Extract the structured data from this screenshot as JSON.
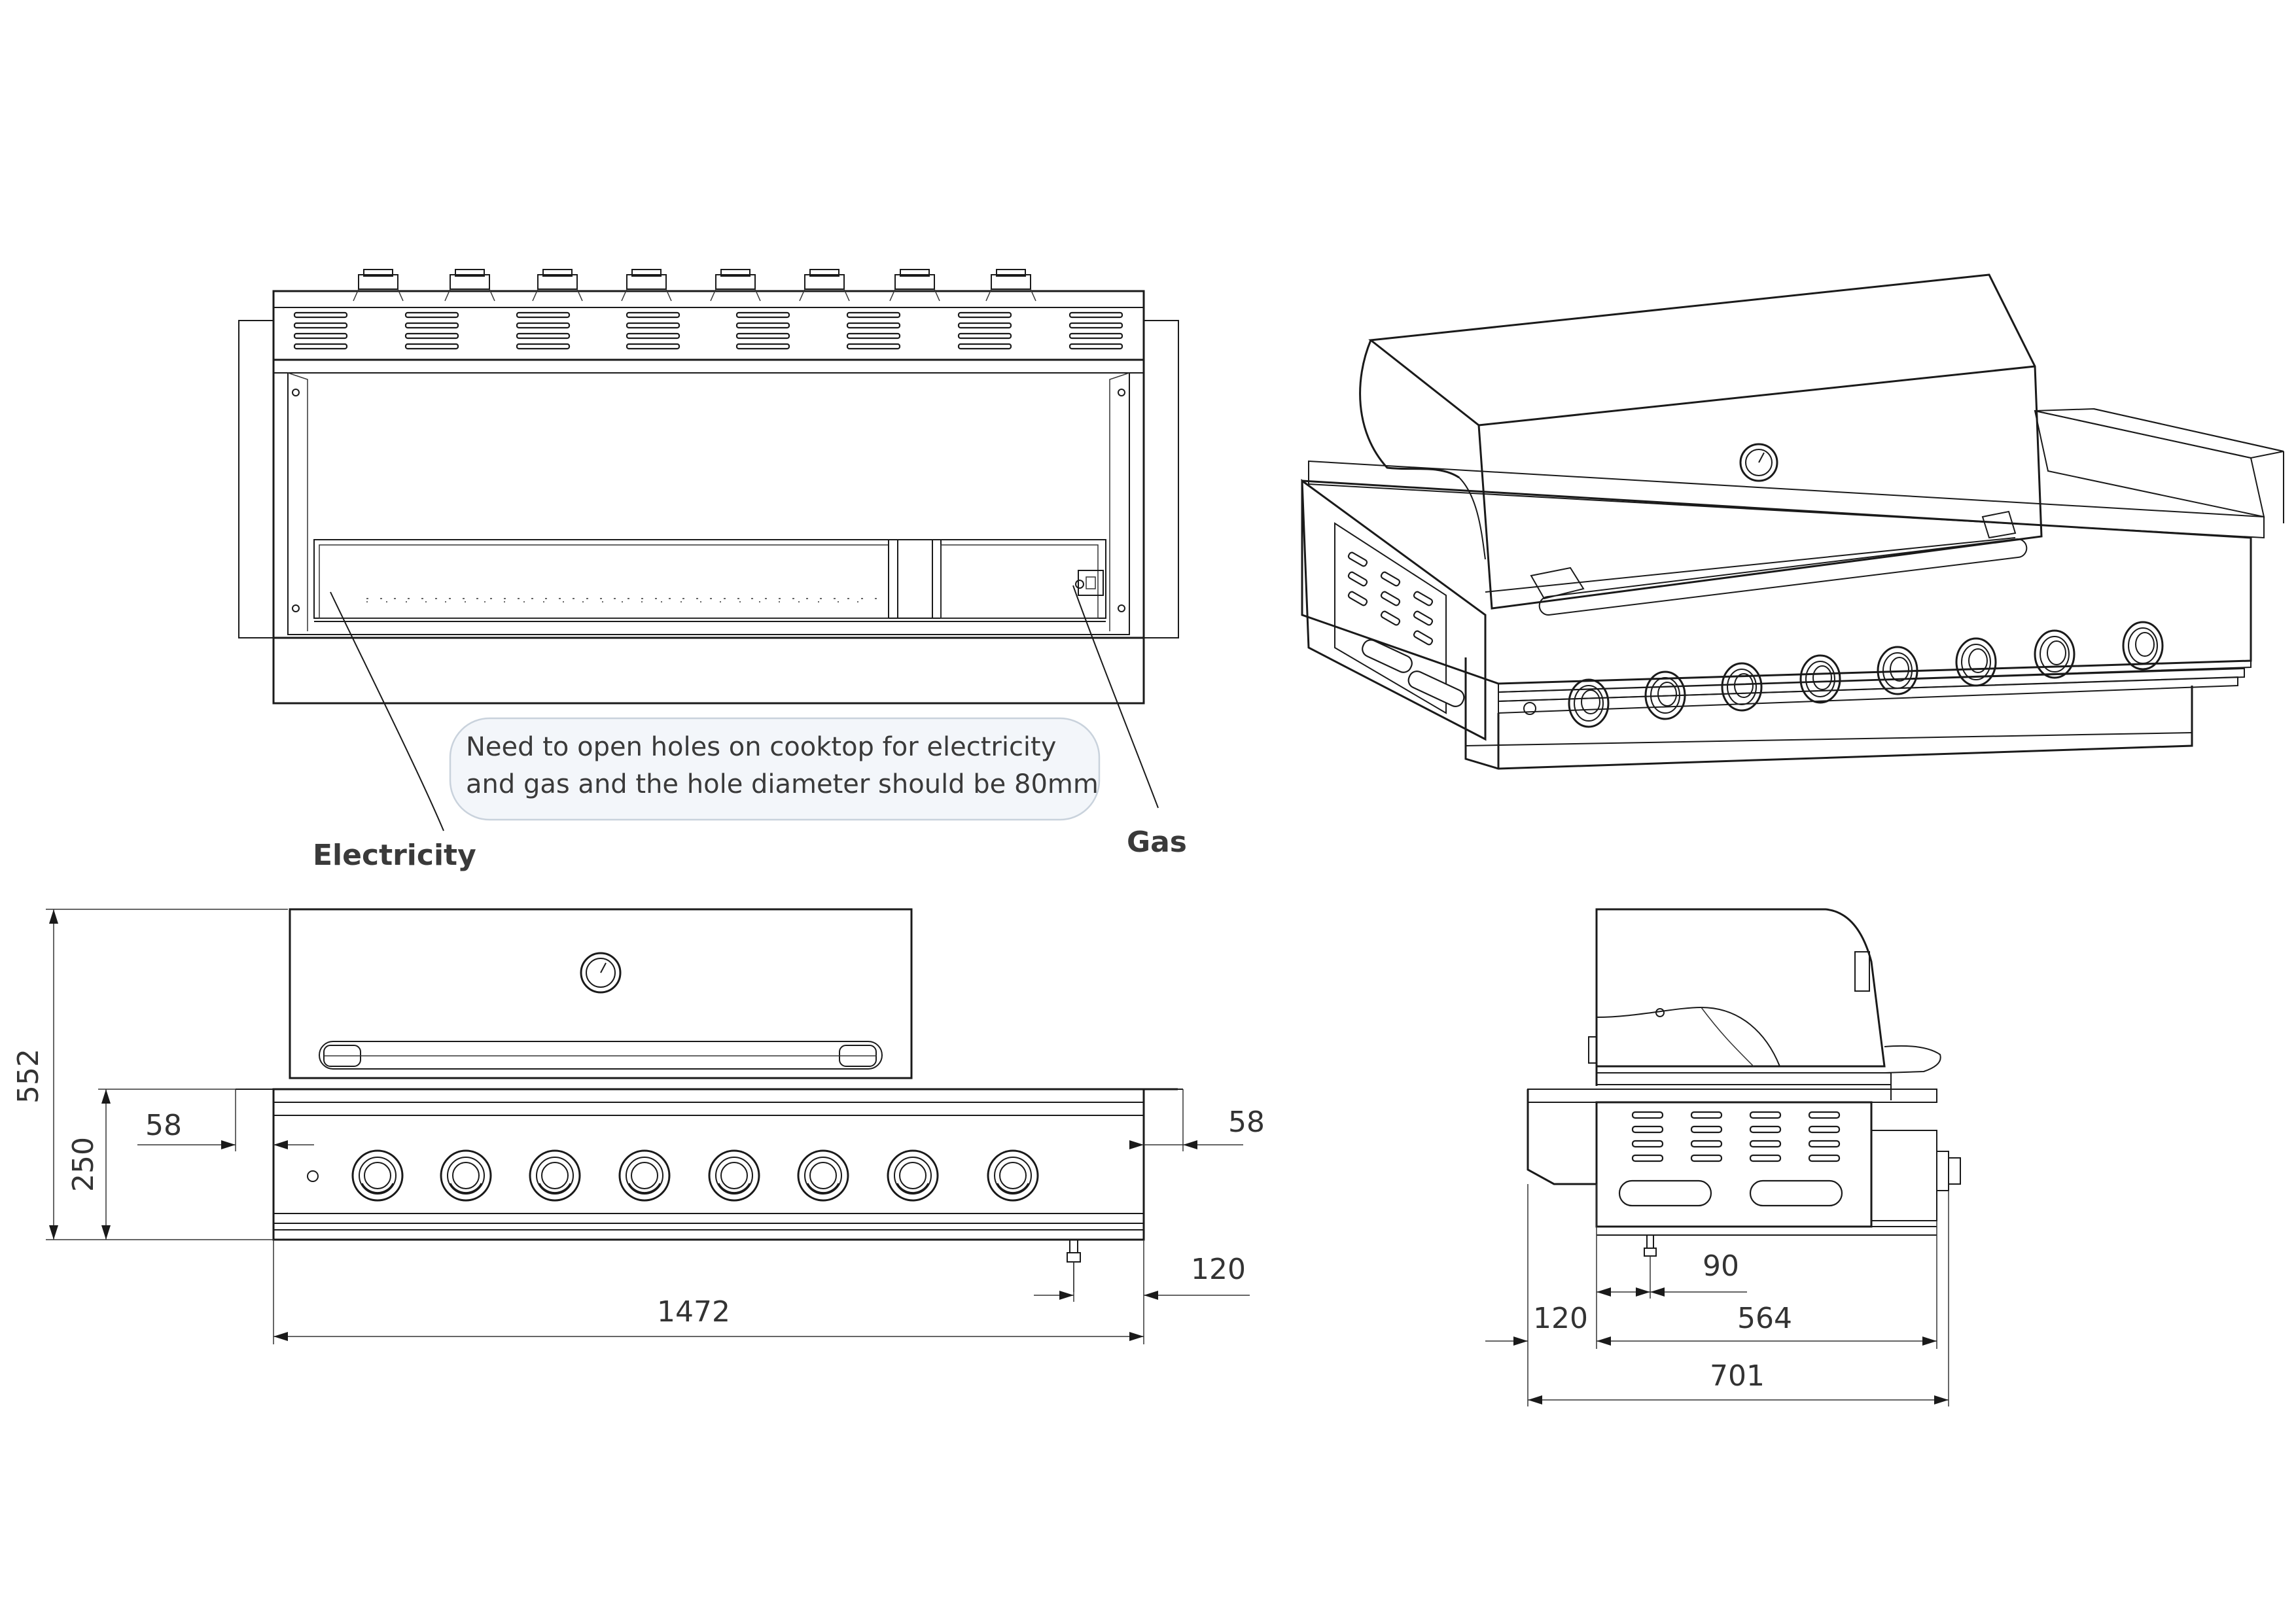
{
  "labels": {
    "electricity": "Electricity",
    "gas": "Gas"
  },
  "note": {
    "line1": "Need to open holes on cooktop for electricity",
    "line2": "and gas and the hole diameter should be 80mm"
  },
  "dimensions": {
    "front_total_height": "552",
    "front_body_height": "250",
    "front_left_offset": "58",
    "front_right_offset": "58",
    "front_width": "1472",
    "front_gas_offset": "120",
    "side_gas_offset": "90",
    "side_left_offset": "120",
    "side_depth": "564",
    "side_total_depth": "701"
  }
}
